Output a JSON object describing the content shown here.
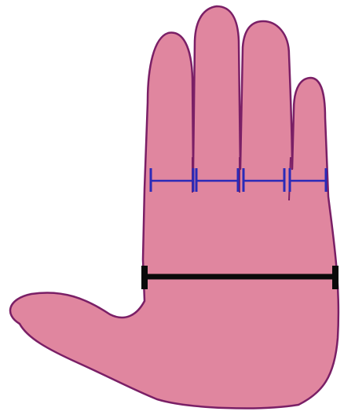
{
  "figure": {
    "subject": "hand-outline-palm-view",
    "colors": {
      "background": "#ffffff",
      "hand_fill": "#e0869f",
      "hand_outline": "#7a1f66",
      "finger_measure_line": "#2a2ab8",
      "palm_measure_line": "#0a0a0a"
    },
    "finger_measurements": {
      "count": 4,
      "style": "blue ruler with end ticks across each finger base"
    },
    "palm_measurement": {
      "style": "thick black bar with end caps across palm width"
    }
  }
}
